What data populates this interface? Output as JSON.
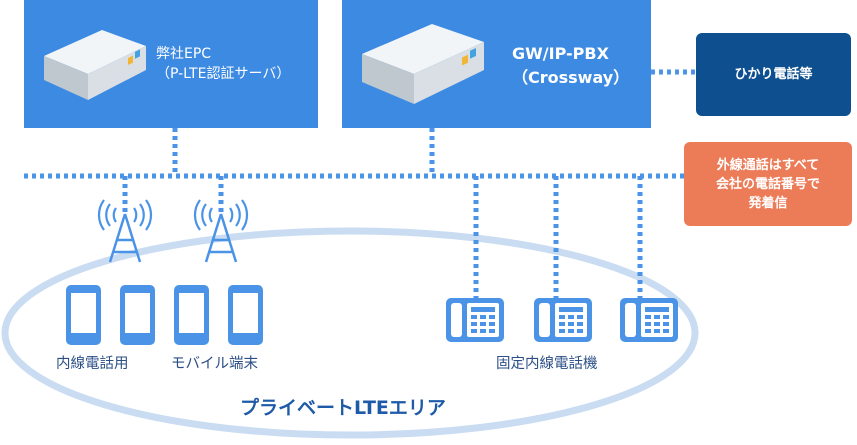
{
  "epc": {
    "line1": "弊社EPC",
    "line2": "（P-LTE認証サーバ）"
  },
  "pbx": {
    "line1": "GW/IP-PBX",
    "line2": "（Crossway）"
  },
  "hikari": {
    "label": "ひかり電話等"
  },
  "notice": {
    "line1": "外線通話はすべて",
    "line2": "会社の電話番号で",
    "line3": "発着信"
  },
  "captions": {
    "internal_phones": "内線電話用",
    "mobile": "モバイル端末",
    "fixed_phones": "固定内線電話機"
  },
  "area": {
    "title": "プライベートLTEエリア"
  },
  "colors": {
    "box_blue": "#3d8ae3",
    "line_blue": "#4a93e6",
    "navy": "#0d4f8f",
    "orange": "#ec7b57",
    "ellipse": "#c9dcf2"
  }
}
